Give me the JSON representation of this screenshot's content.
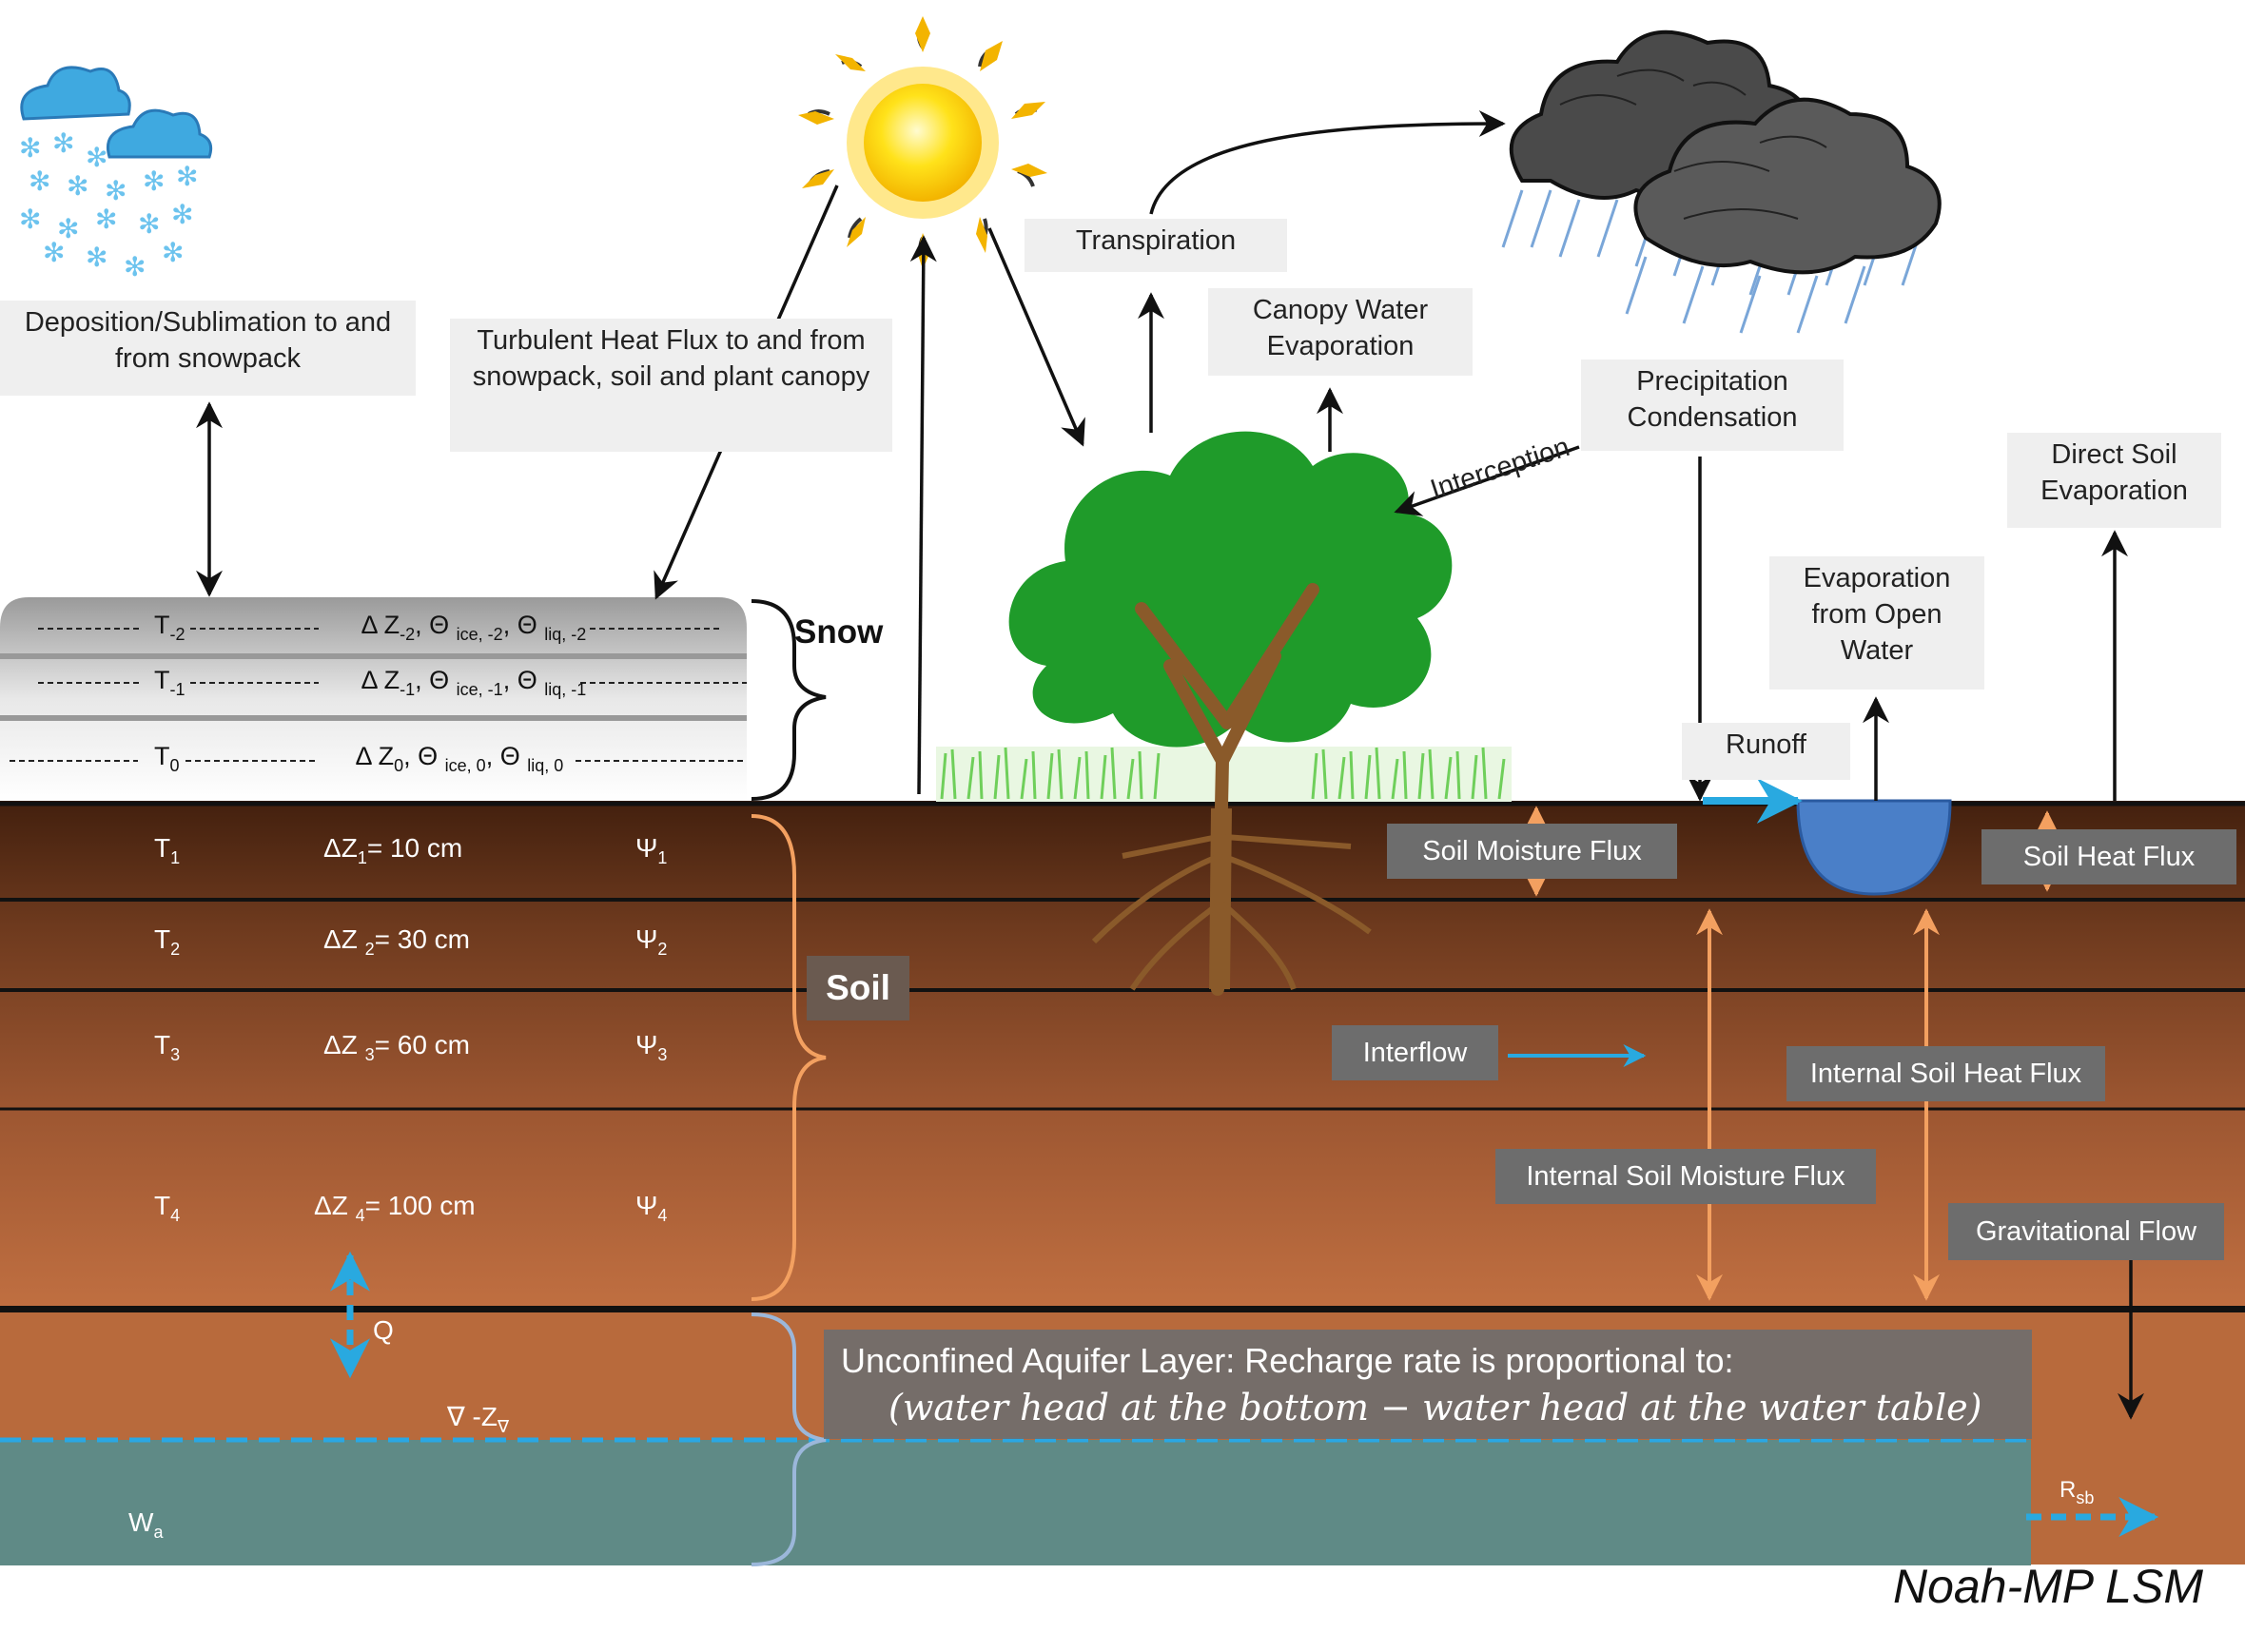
{
  "labels": {
    "deposition": "Deposition/Sublimation to and from snowpack",
    "turbulent": "Turbulent Heat Flux to and from  snowpack, soil and plant canopy",
    "transpiration": "Transpiration",
    "canopy_evap": "Canopy Water Evaporation",
    "precip": "Precipitation Condensation",
    "direct_soil_evap": "Direct Soil Evaporation",
    "evap_open_water": "Evaporation from Open Water",
    "runoff": "Runoff",
    "interception": "Interception",
    "snow": "Snow",
    "soil": "Soil",
    "soil_moisture_flux": "Soil Moisture Flux",
    "soil_heat_flux": "Soil  Heat Flux",
    "interflow": "Interflow",
    "internal_soil_heat_flux": "Internal Soil  Heat Flux",
    "internal_soil_moisture_flux": "Internal Soil  Moisture Flux",
    "gravitational_flow": "Gravitational Flow",
    "aquifer_line1": "Unconfined Aquifer Layer: Recharge rate is proportional to:",
    "aquifer_line2": "(water head at the bottom − water head at the water table)",
    "credit": "Noah-MP LSM"
  },
  "snow_layers": [
    {
      "t": "T",
      "t_sub": "-2",
      "dz": "Δ Z",
      "dz_sub": "-2",
      "ice": "Θ",
      "ice_sub": "ice, -2",
      "liq": "Θ",
      "liq_sub": "liq, -2"
    },
    {
      "t": "T",
      "t_sub": "-1",
      "dz": "Δ Z",
      "dz_sub": "-1",
      "ice": "Θ",
      "ice_sub": "ice, -1",
      "liq": "Θ",
      "liq_sub": "liq, -1"
    },
    {
      "t": "T",
      "t_sub": "0",
      "dz": "Δ Z",
      "dz_sub": "0",
      "ice": "Θ",
      "ice_sub": "ice, 0",
      "liq": "Θ",
      "liq_sub": "liq, 0"
    }
  ],
  "soil_layers": [
    {
      "t": "T",
      "t_sub": "1",
      "dz": "ΔZ",
      "dz_sub": "1",
      "dz_val": "= 10 cm",
      "psi": "Ψ",
      "psi_sub": "1"
    },
    {
      "t": "T",
      "t_sub": "2",
      "dz": "ΔZ ",
      "dz_sub": "2",
      "dz_val": "= 30 cm",
      "psi": "Ψ",
      "psi_sub": "2"
    },
    {
      "t": "T",
      "t_sub": "3",
      "dz": "ΔZ ",
      "dz_sub": "3",
      "dz_val": "= 60 cm",
      "psi": "Ψ",
      "psi_sub": "3"
    },
    {
      "t": "T",
      "t_sub": "4",
      "dz": "ΔZ ",
      "dz_sub": "4",
      "dz_val": "= 100 cm",
      "psi": "Ψ",
      "psi_sub": "4"
    }
  ],
  "aquifer": {
    "q": "Q",
    "zv": "∇  -Z",
    "zv_sub": "∇",
    "wa": "W",
    "wa_sub": "a",
    "rsb": "R",
    "rsb_sub": "sb"
  },
  "colors": {
    "soil_dark": "#4a2411",
    "soil_light": "#b8683a",
    "aquifer": "#5f8a86",
    "tree": "#1f9b2a",
    "water": "#4a7fc8",
    "orange_arrow": "#f3a060",
    "blue_arrow": "#29a9e0"
  }
}
